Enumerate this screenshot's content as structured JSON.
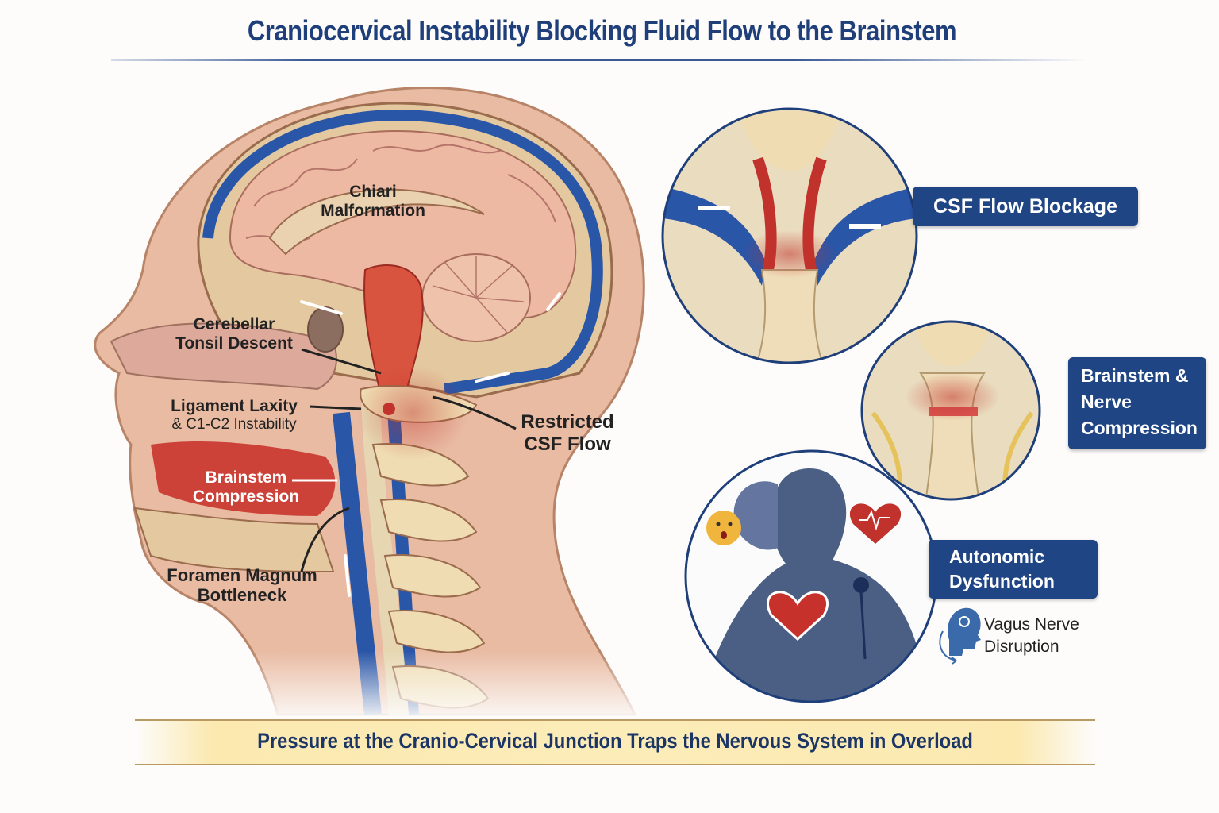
{
  "title": "Craniocervical Instability Blocking Fluid Flow to the Brainstem",
  "anatomy_labels": {
    "chiari": [
      "Chiari",
      "Malformation"
    ],
    "tonsil": [
      "Cerebellar",
      "Tonsil Descent"
    ],
    "ligament": [
      "Ligament Laxity",
      "& C1-C2 Instability"
    ],
    "brainstem": [
      "Brainstem",
      "Compression"
    ],
    "foramen": [
      "Foramen Magnum",
      "Bottleneck"
    ],
    "restricted": [
      "Restricted",
      "CSF Flow"
    ]
  },
  "insets": [
    {
      "name": "csf-flow-blockage",
      "label_lines": [
        "CSF Flow Blockage"
      ]
    },
    {
      "name": "brainstem-nerve-compression",
      "label_lines": [
        "Brainstem &",
        "Nerve",
        "Compression"
      ]
    },
    {
      "name": "autonomic-dysfunction",
      "label_lines": [
        "Autonomic",
        "Dysfunction"
      ]
    }
  ],
  "vagus": [
    "Vagus Nerve",
    "Disruption"
  ],
  "banner": "Pressure at the Cranio-Cervical Junction Traps the Nervous System in Overload",
  "colors": {
    "title_blue": "#1f3f7a",
    "callout_blue": "#1f4584",
    "csf_blue": "#2a56a8",
    "inflammation_red": "#c0322b",
    "bone": "#efdcb2",
    "brain": "#e9b7a0",
    "skin": "#e3b298"
  }
}
